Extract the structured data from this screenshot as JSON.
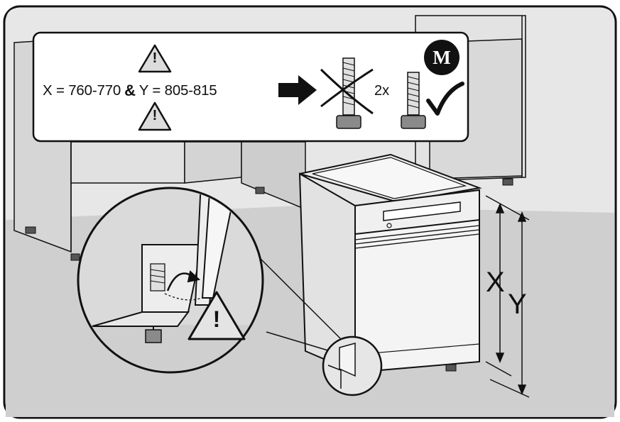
{
  "requirement": {
    "x_part": "X = 760-770",
    "amp": "&",
    "y_part": "Y = 805-815"
  },
  "quantity_label": "2x",
  "brand_mark": "M",
  "warning_symbol": "!",
  "dimensions": {
    "x_label": "X",
    "y_label": "Y"
  },
  "icons": [
    "warning-triangle-icon",
    "arrow-right-icon",
    "long-foot-crossed-icon",
    "short-foot-icon",
    "checkmark-icon",
    "brand-logo-icon"
  ],
  "colors": {
    "panel_gray": "#e6e6e6",
    "floor_gray": "#d0d0d0",
    "line": "#111111"
  }
}
